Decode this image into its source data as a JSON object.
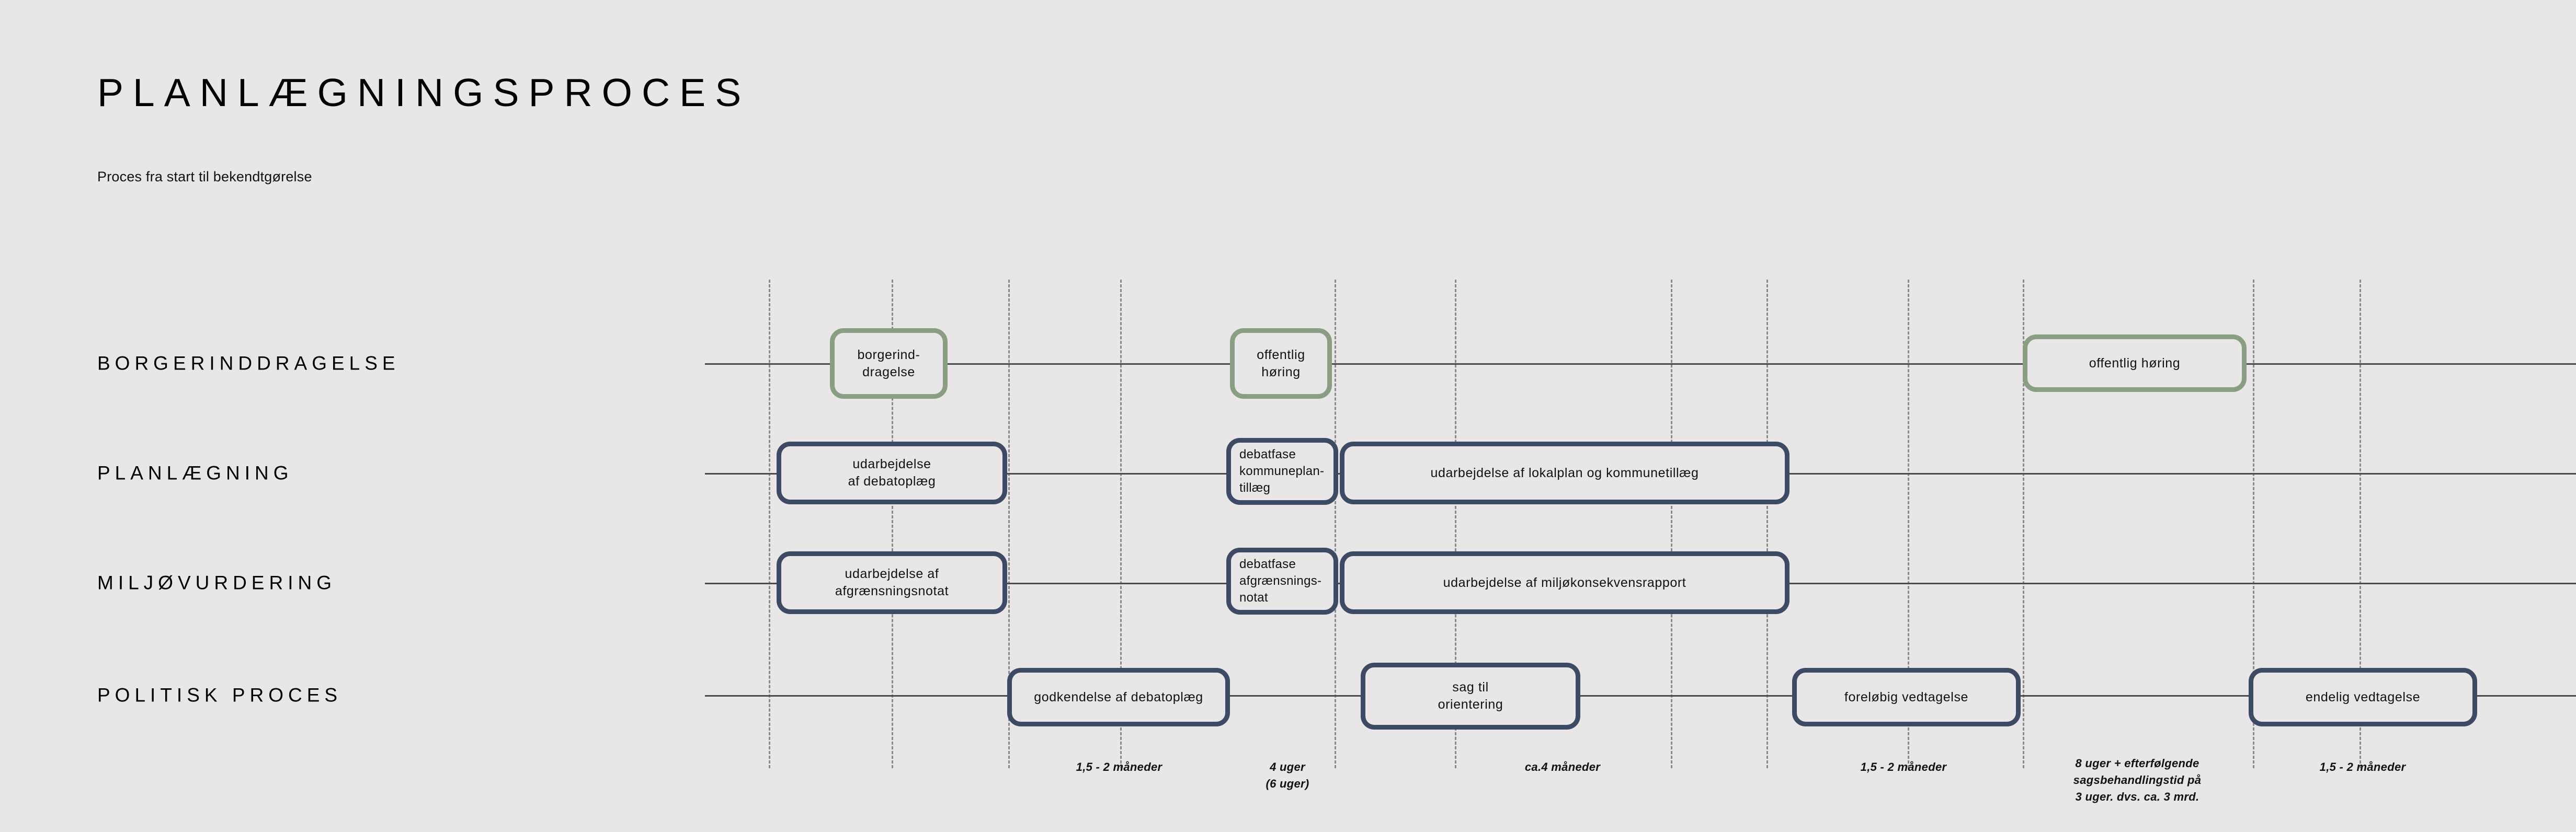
{
  "header": {
    "title": "PLANLÆGNINGSPROCES",
    "subtitle": "Proces fra start til bekendtgørelse"
  },
  "colors": {
    "background": "#e8e6e6",
    "node_border_primary": "#3d4a63",
    "node_border_citizen": "#8a9e83",
    "line": "#4a4a4a",
    "gridline": "#7a7a7a",
    "text": "#111111"
  },
  "rows": [
    {
      "label": "BORGERINDDRAGELSE"
    },
    {
      "label": "PLANLÆGNING"
    },
    {
      "label": "MILJØVURDERING"
    },
    {
      "label": "POLITISK PROCES"
    }
  ],
  "nodes": {
    "borgerinddragelse": "borgerind-\ndragelse",
    "offentlig_horing_1": "offentlig\nhøring",
    "offentlig_horing_2": "offentlig høring",
    "udarbejdelse_debatoplaeg": "udarbejdelse\naf debatoplæg",
    "debatfase_kommuneplantillaeg": "debatfase\nkommuneplan-\ntillæg",
    "udarbejdelse_lokalplan": "udarbejdelse af lokalplan og kommunetillæg",
    "udarbejdelse_afgraensningsnotat": "udarbejdelse af\nafgrænsningsnotat",
    "debatfase_afgraensningsnotat": "debatfase\nafgrænsnings-\nnotat",
    "udarbejdelse_miljokonsekvensrapport": "udarbejdelse af miljøkonsekvensrapport",
    "godkendelse_debatoplaeg": "godkendelse af debatoplæg",
    "sag_til_orientering": "sag til\norientering",
    "forelobig_vedtagelse": "foreløbig vedtagelse",
    "endelig_vedtagelse": "endelig vedtagelse"
  },
  "timeline_captions": [
    "1,5 - 2 måneder",
    "4 uger\n(6 uger)",
    "ca.4 måneder",
    "1,5 - 2 måneder",
    "8 uger + efterfølgende\nsagsbehandlingstid på\n3 uger. dvs. ca. 3 mrd.",
    "1,5 - 2 måneder"
  ]
}
